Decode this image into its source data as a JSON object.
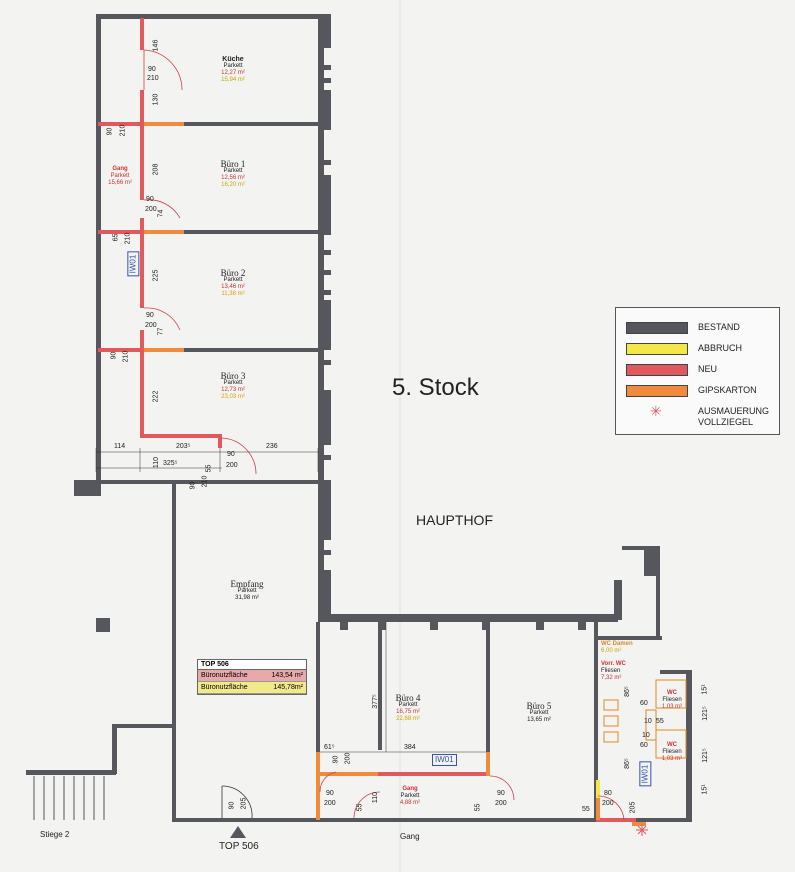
{
  "floor_title": "5. Stock",
  "courtyard_label": "HAUPTHOF",
  "legend": {
    "items": [
      {
        "label": "BESTAND",
        "color": "#55575d"
      },
      {
        "label": "ABBRUCH",
        "color": "#f2e84a"
      },
      {
        "label": "NEU",
        "color": "#e0595c"
      },
      {
        "label": "GIPSKARTON",
        "color": "#f08a3c"
      },
      {
        "label": "AUSMAUERUNG",
        "label2": "VOLLZIEGEL",
        "color": "#e0595c"
      }
    ]
  },
  "rooms": {
    "kueche": {
      "name": "Küche",
      "floor": "Parkett",
      "area_new": "12,27 m²",
      "area_old": "15,94 m²"
    },
    "buero1": {
      "name": "Büro 1",
      "floor": "Parkett",
      "area_new": "12,56 m²",
      "area_old": "16,20 m²"
    },
    "buero2": {
      "name": "Büro 2",
      "floor": "Parkett",
      "area_new": "13,46 m²",
      "area_old": "11,38 m²"
    },
    "buero3": {
      "name": "Büro 3",
      "floor": "Parkett",
      "area_new": "12,73 m²",
      "area_old": "23,03 m²"
    },
    "gang_top": {
      "name": "Gang",
      "floor": "Parkett",
      "area": "15,66 m²"
    },
    "empfang": {
      "name": "Empfang",
      "floor": "Parkett",
      "area": "31,98 m²"
    },
    "buero4": {
      "name": "Büro 4",
      "floor": "Parkett",
      "area_new": "16,75 m²",
      "area_old": "22,68 m²"
    },
    "buero5": {
      "name": "Büro 5",
      "floor": "Parkett",
      "area": "13,65 m²"
    },
    "gang_bottom": {
      "name": "Gang",
      "floor": "Parkett",
      "area": "4,88 m²"
    },
    "wc_damen": {
      "name": "WC Damen",
      "area": "6,00 m²"
    },
    "vorr_wc": {
      "name": "Vorr. WC",
      "floor": "Fliesen",
      "area": "7,32 m²"
    },
    "wc1": {
      "name": "WC",
      "floor": "Fliesen",
      "area": "1,03 m²"
    },
    "wc2": {
      "name": "WC",
      "floor": "Fliesen",
      "area": "1,03 m²"
    }
  },
  "top506_table": {
    "title": "TOP 506",
    "rows": [
      {
        "label": "Büronutzfläche",
        "value": "143,54 m²"
      },
      {
        "label": "Büronutzfläche",
        "value": "145,78m²"
      }
    ]
  },
  "tags": {
    "iw01_a": "IW01",
    "iw01_b": "IW01",
    "iw01_c": "IW01"
  },
  "entrance_label": "TOP 506",
  "stair_label": "Stiege 2",
  "bottom_corridor_label": "Gang",
  "dimensions": {
    "d146": "146",
    "d90a": "90",
    "d210a": "210",
    "d130": "130",
    "d90b": "90",
    "d210b": "210",
    "d208": "208",
    "d90c": "90",
    "d200a": "200",
    "d74": "74",
    "d65": "65",
    "d210c": "210",
    "d225": "225",
    "d90d": "90",
    "d200b": "200",
    "d77": "77",
    "d90e": "90",
    "d210d": "210",
    "d222": "222",
    "d114": "114",
    "d203": "203⁵",
    "d236": "236",
    "d110a": "110",
    "d325": "325⁵",
    "d55a": "55",
    "d90f": "90",
    "d200c": "200",
    "d90g": "90",
    "d210e": "210",
    "d90h": "90",
    "d205": "205",
    "d377": "377⁵",
    "d384": "384",
    "d61": "61⁵",
    "d90i": "90",
    "d200d": "200",
    "d90j": "90",
    "d200e": "200",
    "d55b": "55",
    "d110b": "110",
    "d55c": "55",
    "d90k": "90",
    "d200f": "200",
    "d55d": "55",
    "d80": "80",
    "d200g": "200",
    "d205b": "205",
    "d86": "86⁵",
    "d60a": "60",
    "d10a": "10",
    "d55e": "55",
    "d86b": "86⁵",
    "d10b": "10",
    "d60b": "60",
    "d151": "15¹",
    "d1215a": "121⁵",
    "d1215b": "121⁵",
    "d15b": "15¹"
  }
}
